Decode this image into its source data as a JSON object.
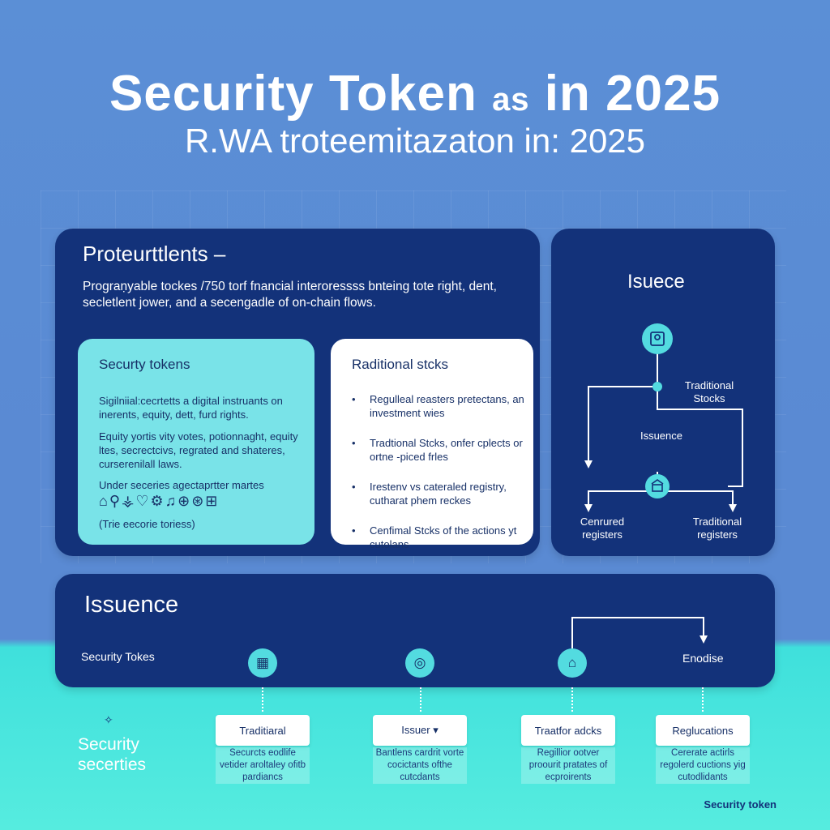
{
  "header": {
    "title_main": "Security Token",
    "title_small": "as",
    "title_end": "in 2025",
    "subtitle": "R.WA troteemitazaton in: 2025"
  },
  "main_panel": {
    "heading": "Proteurttlents –",
    "description": "Prograṇyable tockes /750 torf fnancial interoressss bnteing tote right, dent, secletlent jower, and a secengadle of on-chain flows."
  },
  "security_card": {
    "title": "Securty tokens",
    "text1": "Sigilniial:cecrtetts a digital instruants on inerents, equity, dett, furd rights.",
    "text2": "Equity yortis vity votes, potionnaght, equity ltes, secrectcivs, regrated and shateres, curserenilall laws.",
    "text3": "Under seceries agectaprtter martes",
    "icons": "⌂⚲⚶♡⚙♫⊕⊛⊞",
    "text4": "(Trie eecorie toriess)"
  },
  "traditional_card": {
    "title": "Raditional stcks",
    "bullets": [
      "Regulleal reasters pretectans, an investment wies",
      "Tradtional Stcks, onfer cplects or ortne -piced frles",
      "Irestenv vs cateraled registry, cutharat phem reckes",
      "Cenfimal Stcks of the actions yt cutolans"
    ]
  },
  "right_panel": {
    "heading": "Isuece",
    "label_traditional_stocks": "Traditional Stocks",
    "label_issuence": "Issuence",
    "label_left_bottom": "Cenrured registers",
    "label_right_bottom": "Traditional registers"
  },
  "issuence_panel": {
    "heading": "Issuence",
    "left_label": "Security Tokes",
    "right_label": "Enodise"
  },
  "timeline": [
    {
      "box": "Traditiaral",
      "text": "Securcts eodlife vetider aroltaley ofitb pardiancs"
    },
    {
      "box": "Issuer ▾",
      "text": "Bantlens cardrit vorte cocictants ofthe cutcdants"
    },
    {
      "box": "Traatfor adcks",
      "text": "Regillior ootver proourit pratates of ecproirents"
    },
    {
      "box": "Reglucations",
      "text": "Cererate actirls regolerd cuctions yig cutodlidants"
    }
  ],
  "left_bottom_label": "Security secerties",
  "footer": "Security token",
  "colors": {
    "navy": "#13327a",
    "cyan_card": "#79e3e8",
    "accent": "#53dbe0",
    "background": "#5a8ad3",
    "teal_band": "#49e6de"
  }
}
